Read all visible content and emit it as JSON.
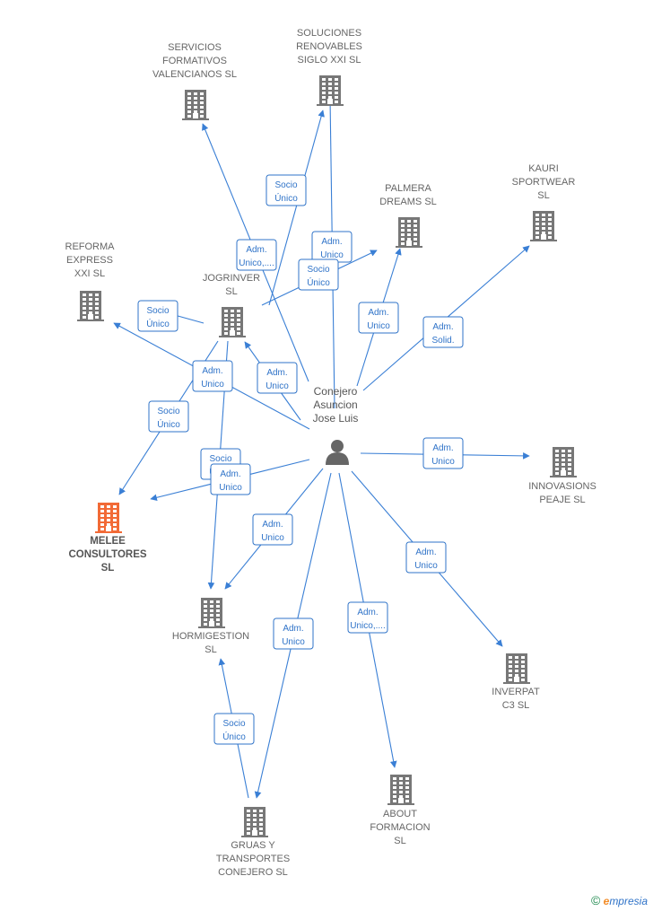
{
  "colors": {
    "building": "#777777",
    "focus_building": "#f26a36",
    "edge": "#3a7fd5",
    "person": "#666666"
  },
  "person": {
    "lines": [
      "Conejero",
      "Asuncion",
      "Jose Luis"
    ],
    "icon": "person-icon"
  },
  "companies": [
    {
      "id": "servicios",
      "lines": [
        "SERVICIOS",
        "FORMATIVOS",
        "VALENCIANOS SL"
      ]
    },
    {
      "id": "soluciones",
      "lines": [
        "SOLUCIONES",
        "RENOVABLES",
        "SIGLO XXI  SL"
      ]
    },
    {
      "id": "kauri",
      "lines": [
        "KAURI",
        "SPORTWEAR",
        "SL"
      ]
    },
    {
      "id": "palmera",
      "lines": [
        "PALMERA",
        "DREAMS  SL"
      ]
    },
    {
      "id": "reforma",
      "lines": [
        "REFORMA",
        "EXPRESS",
        "XXI  SL"
      ]
    },
    {
      "id": "jogrinver",
      "lines": [
        "JOGRINVER",
        "SL"
      ]
    },
    {
      "id": "melee",
      "lines": [
        "MELEE",
        "CONSULTORES",
        "SL"
      ],
      "focus": true
    },
    {
      "id": "innovasions",
      "lines": [
        "INNOVASIONS",
        "PEAJE SL"
      ]
    },
    {
      "id": "hormigestion",
      "lines": [
        "HORMIGESTION",
        "SL"
      ]
    },
    {
      "id": "inverpat",
      "lines": [
        "INVERPAT",
        "C3  SL"
      ]
    },
    {
      "id": "about",
      "lines": [
        "ABOUT",
        "FORMACION",
        "SL"
      ]
    },
    {
      "id": "gruas",
      "lines": [
        "GRUAS Y",
        "TRANSPORTES",
        "CONEJERO  SL"
      ]
    }
  ],
  "edges": [
    {
      "from": "person",
      "to": "servicios",
      "lines": [
        "Adm.",
        "Unico,...."
      ]
    },
    {
      "from": "jogrinver",
      "to": "soluciones",
      "lines": [
        "Socio",
        "Único"
      ]
    },
    {
      "from": "person",
      "to": "soluciones",
      "lines": [
        "Adm.",
        "Unico"
      ]
    },
    {
      "from": "jogrinver",
      "to": "palmera",
      "lines": [
        "Socio",
        "Único"
      ]
    },
    {
      "from": "person",
      "to": "palmera",
      "lines": [
        "Adm.",
        "Unico"
      ]
    },
    {
      "from": "person",
      "to": "kauri",
      "lines": [
        "Adm.",
        "Solid."
      ]
    },
    {
      "from": "jogrinver",
      "to": "reforma",
      "lines": [
        "Socio",
        "Único"
      ]
    },
    {
      "from": "person",
      "to": "reforma",
      "lines": [
        "Adm.",
        "Unico"
      ]
    },
    {
      "from": "person",
      "to": "jogrinver",
      "lines": [
        "Adm.",
        "Unico"
      ]
    },
    {
      "from": "jogrinver",
      "to": "melee",
      "lines": [
        "Socio",
        "Único"
      ]
    },
    {
      "from": "jogrinver",
      "to": "hormigestion",
      "lines": [
        "Socio",
        "Único"
      ]
    },
    {
      "from": "person",
      "to": "melee",
      "lines": [
        "Adm.",
        "Unico"
      ]
    },
    {
      "from": "person",
      "to": "innovasions",
      "lines": [
        "Adm.",
        "Unico"
      ]
    },
    {
      "from": "person",
      "to": "hormigestion",
      "lines": [
        "Adm.",
        "Unico"
      ]
    },
    {
      "from": "person",
      "to": "inverpat",
      "lines": [
        "Adm.",
        "Unico"
      ]
    },
    {
      "from": "person",
      "to": "about",
      "lines": [
        "Adm.",
        "Unico,...."
      ]
    },
    {
      "from": "person",
      "to": "gruas",
      "lines": [
        "Adm.",
        "Unico"
      ]
    },
    {
      "from": "gruas",
      "to": "hormigestion",
      "lines": [
        "Socio",
        "Único"
      ]
    }
  ],
  "footer": {
    "copyright": "©",
    "brand_first": "e",
    "brand_rest": "mpresia"
  }
}
